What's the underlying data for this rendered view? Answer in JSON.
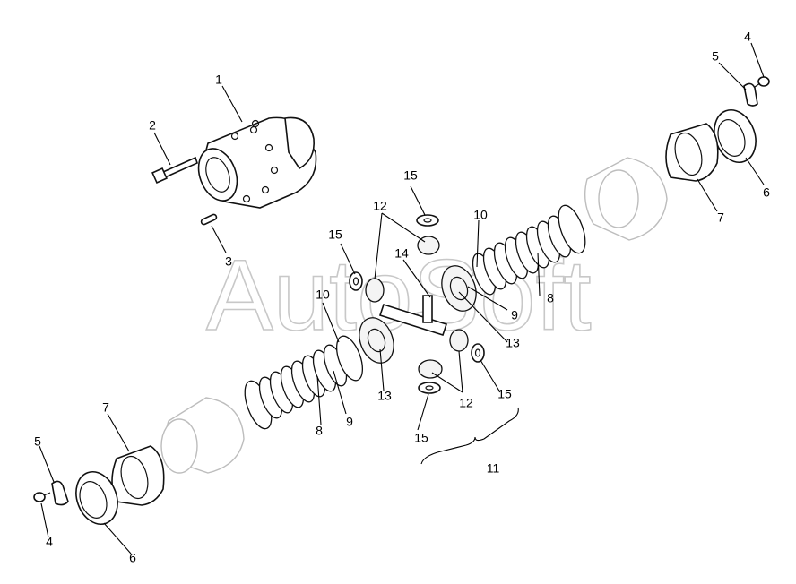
{
  "watermark": "AutoSoft",
  "callouts": {
    "c1": "1",
    "c2": "2",
    "c3": "3",
    "c4a": "4",
    "c4b": "4",
    "c5a": "5",
    "c5b": "5",
    "c6a": "6",
    "c6b": "6",
    "c7a": "7",
    "c7b": "7",
    "c8a": "8",
    "c8b": "8",
    "c9a": "9",
    "c9b": "9",
    "c10a": "10",
    "c10b": "10",
    "c11": "11",
    "c12a": "12",
    "c12b": "12",
    "c13a": "13",
    "c13b": "13",
    "c14": "14",
    "c15a": "15",
    "c15b": "15",
    "c15c": "15",
    "c15d": "15"
  }
}
